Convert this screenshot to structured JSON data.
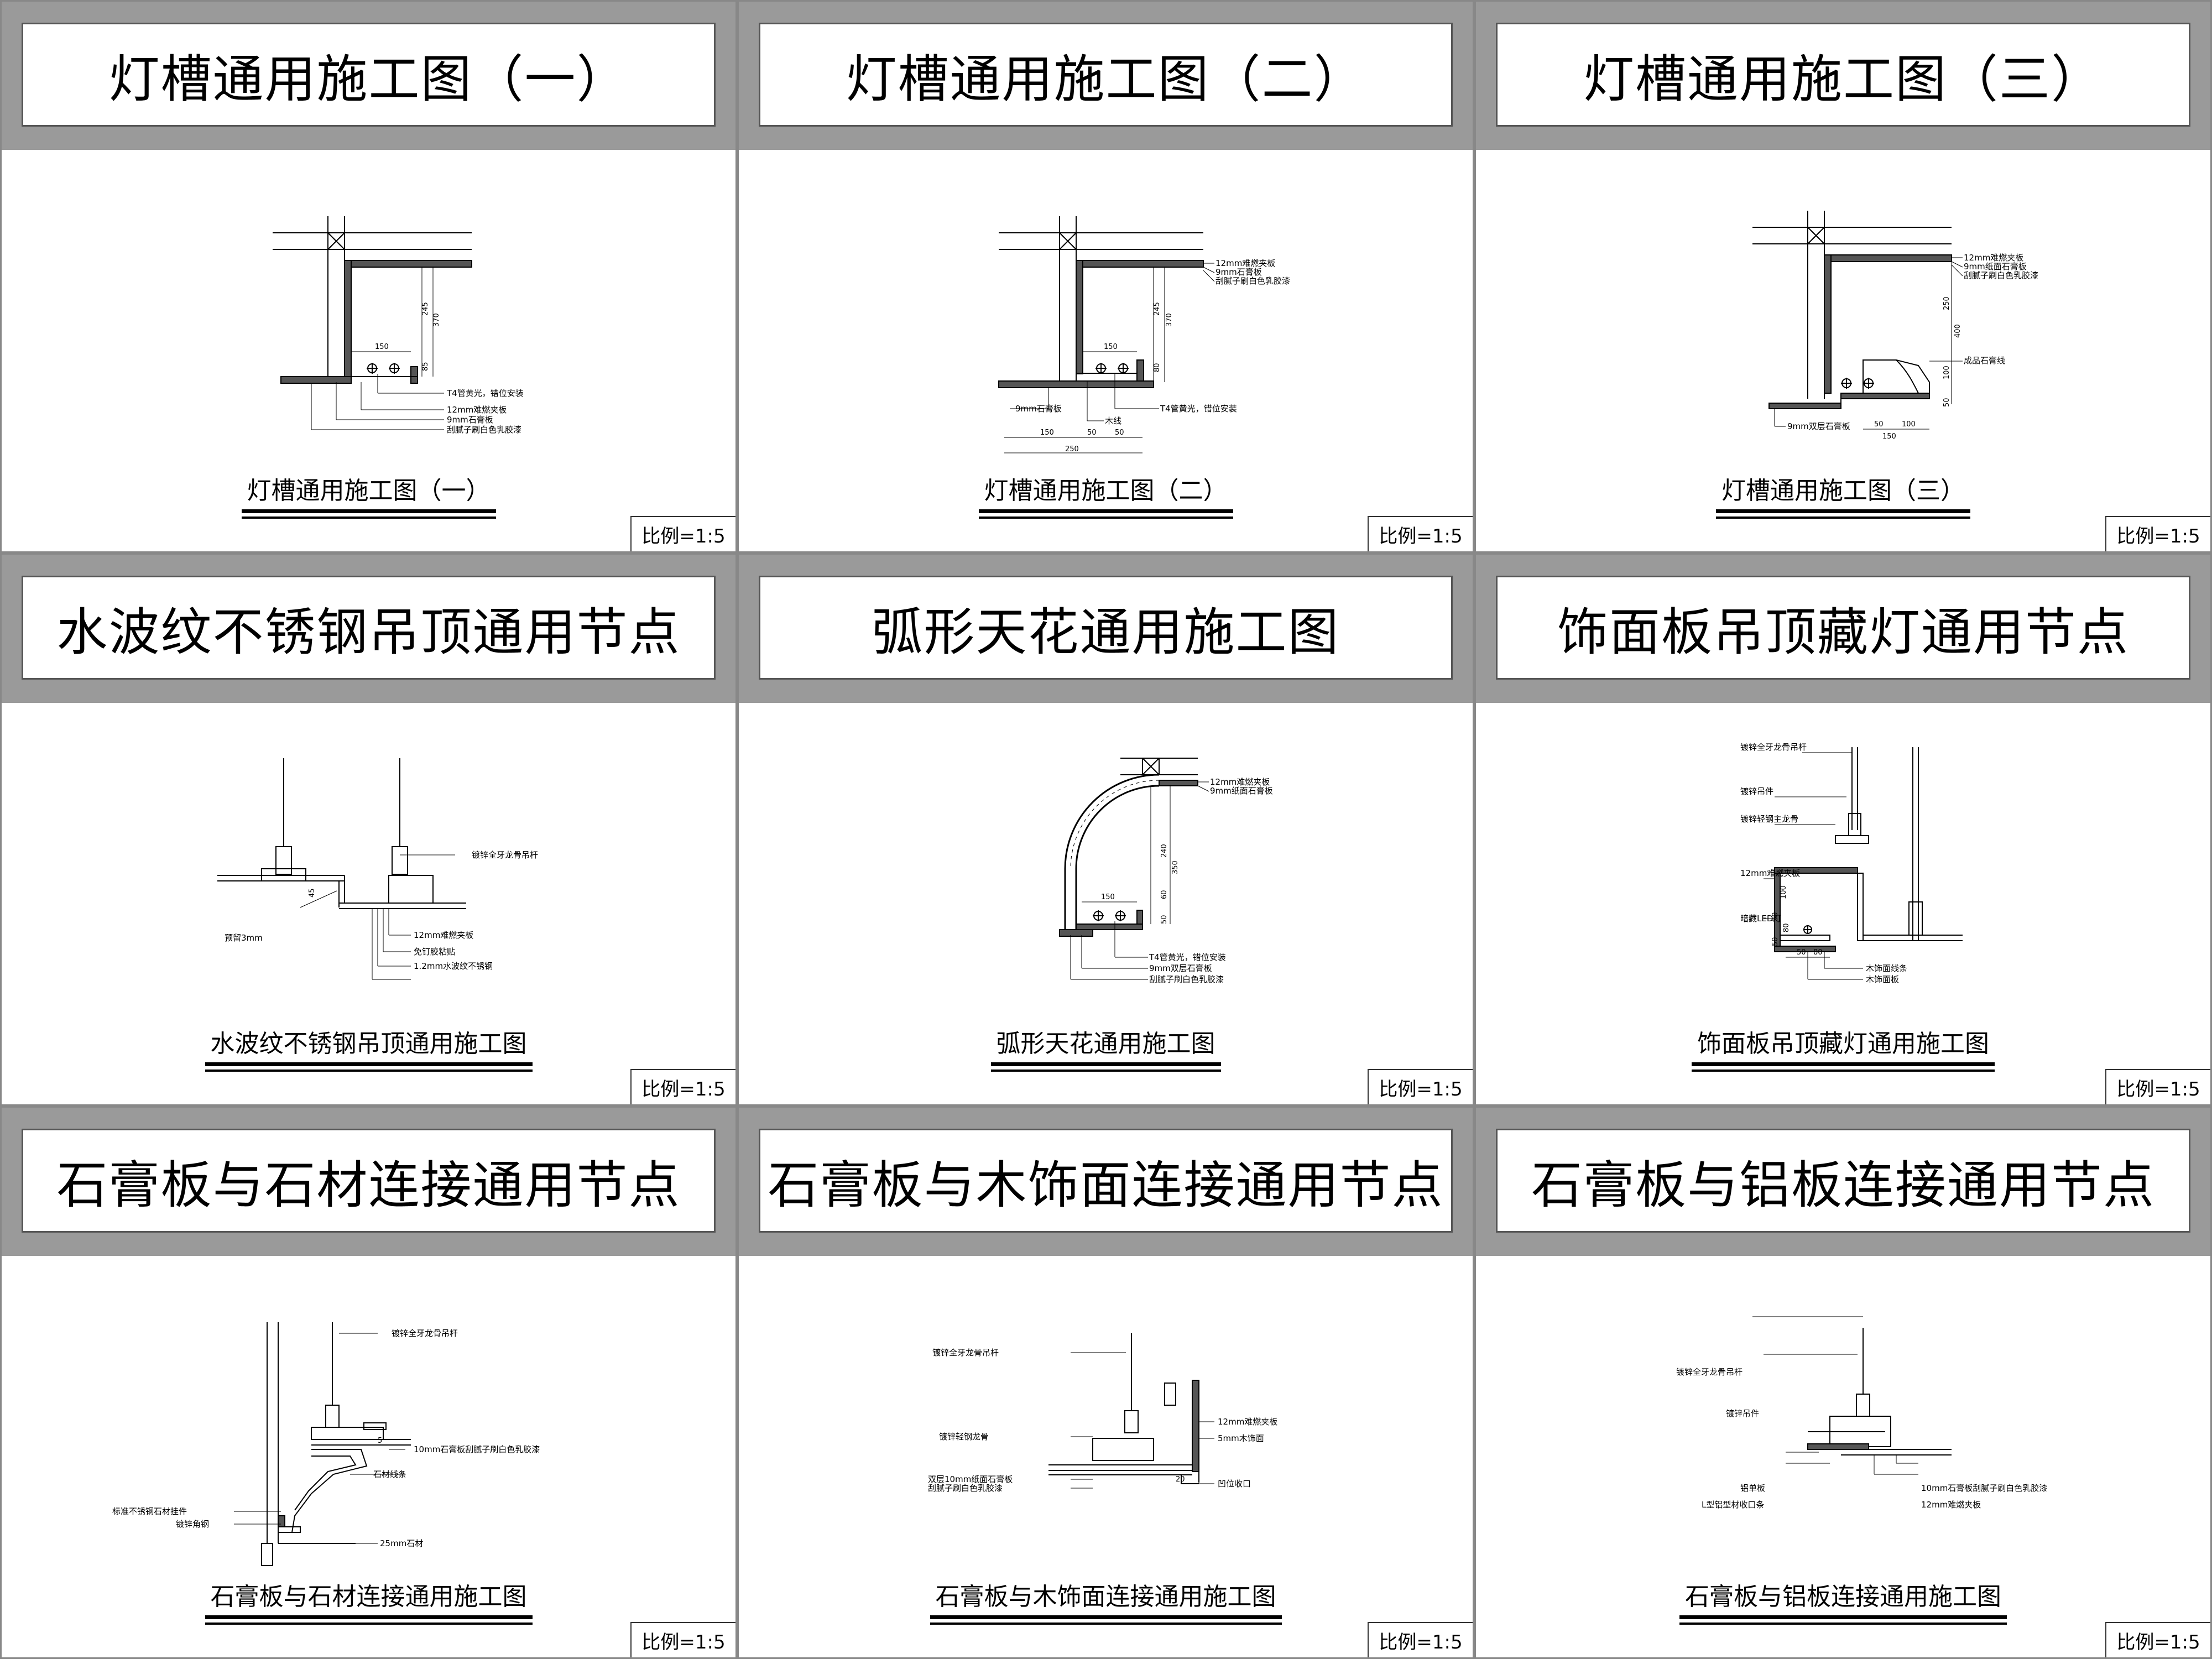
{
  "panels": [
    {
      "title": "灯槽通用施工图（一）",
      "caption": "灯槽通用施工图（一）",
      "scale": "比例=1:5",
      "labels": [
        "T4管黄光，错位安装",
        "12mm难燃夹板",
        "9mm石膏板",
        "刮腻子刷白色乳胶漆"
      ],
      "dims": [
        "150",
        "245",
        "370",
        "85"
      ]
    },
    {
      "title": "灯槽通用施工图（二）",
      "caption": "灯槽通用施工图（二）",
      "scale": "比例=1:5",
      "labels": [
        "12mm难燃夹板",
        "9mm石膏板",
        "刮腻子刷白色乳胶漆",
        "9mm石膏板",
        "T4管黄光，错位安装",
        "木线"
      ],
      "dims": [
        "150",
        "245",
        "370",
        "80",
        "150",
        "50",
        "50",
        "250"
      ]
    },
    {
      "title": "灯槽通用施工图（三）",
      "caption": "灯槽通用施工图（三）",
      "scale": "比例=1:5",
      "labels": [
        "12mm难燃夹板",
        "9mm纸面石膏板",
        "刮腻子刷白色乳胶漆",
        "成品石膏线",
        "9mm双层石膏板"
      ],
      "dims": [
        "250",
        "400",
        "100",
        "50",
        "50",
        "100",
        "150"
      ]
    },
    {
      "title": "水波纹不锈钢吊顶通用节点",
      "caption": "水波纹不锈钢吊顶通用施工图",
      "scale": "比例=1:5",
      "labels": [
        "镀锌全牙龙骨吊杆",
        "预留3mm",
        "12mm难燃夹板",
        "免钉胶粘贴",
        "1.2mm水波纹不锈钢"
      ],
      "dims": [
        "45"
      ]
    },
    {
      "title": "弧形天花通用施工图",
      "caption": "弧形天花通用施工图",
      "scale": "比例=1:5",
      "labels": [
        "12mm难燃夹板",
        "9mm纸面石膏板",
        "T4管黄光，错位安装",
        "9mm双层石膏板",
        "刮腻子刷白色乳胶漆"
      ],
      "dims": [
        "150",
        "240",
        "350",
        "60",
        "50"
      ]
    },
    {
      "title": "饰面板吊顶藏灯通用节点",
      "caption": "饰面板吊顶藏灯通用施工图",
      "scale": "比例=1:5",
      "labels": [
        "镀锌全牙龙骨吊杆",
        "镀锌吊件",
        "镀锌轻钢主龙骨",
        "12mm难燃夹板",
        "暗藏LED灯",
        "木饰面线条",
        "木饰面板"
      ],
      "dims": [
        "100",
        "50",
        "80",
        "50",
        "50",
        "80"
      ]
    },
    {
      "title": "石膏板与石材连接通用节点",
      "caption": "石膏板与石材连接通用施工图",
      "scale": "比例=1:5",
      "labels": [
        "镀锌全牙龙骨吊杆",
        "10mm石膏板刮腻子刷白色乳胶漆",
        "石材线条",
        "标准不锈钢石材挂件",
        "镀锌角钢",
        "25mm石材"
      ],
      "dims": [
        "5"
      ]
    },
    {
      "title": "石膏板与木饰面连接通用节点",
      "caption": "石膏板与木饰面连接通用施工图",
      "scale": "比例=1:5",
      "labels": [
        "镀锌全牙龙骨吊杆",
        "12mm难燃夹板",
        "5mm木饰面",
        "镀锌轻钢龙骨",
        "双层10mm纸面石膏板",
        "刮腻子刷白色乳胶漆",
        "凹位收口"
      ],
      "dims": [
        "20"
      ]
    },
    {
      "title": "石膏板与铝板连接通用节点",
      "caption": "石膏板与铝板连接通用施工图",
      "scale": "比例=1:5",
      "labels": [
        "镀锌全牙龙骨吊杆",
        "镀锌吊件",
        "铝单板",
        "L型铝型材收口条",
        "10mm石膏板刮腻子刷白色乳胶漆",
        "12mm难燃夹板"
      ],
      "dims": []
    }
  ]
}
